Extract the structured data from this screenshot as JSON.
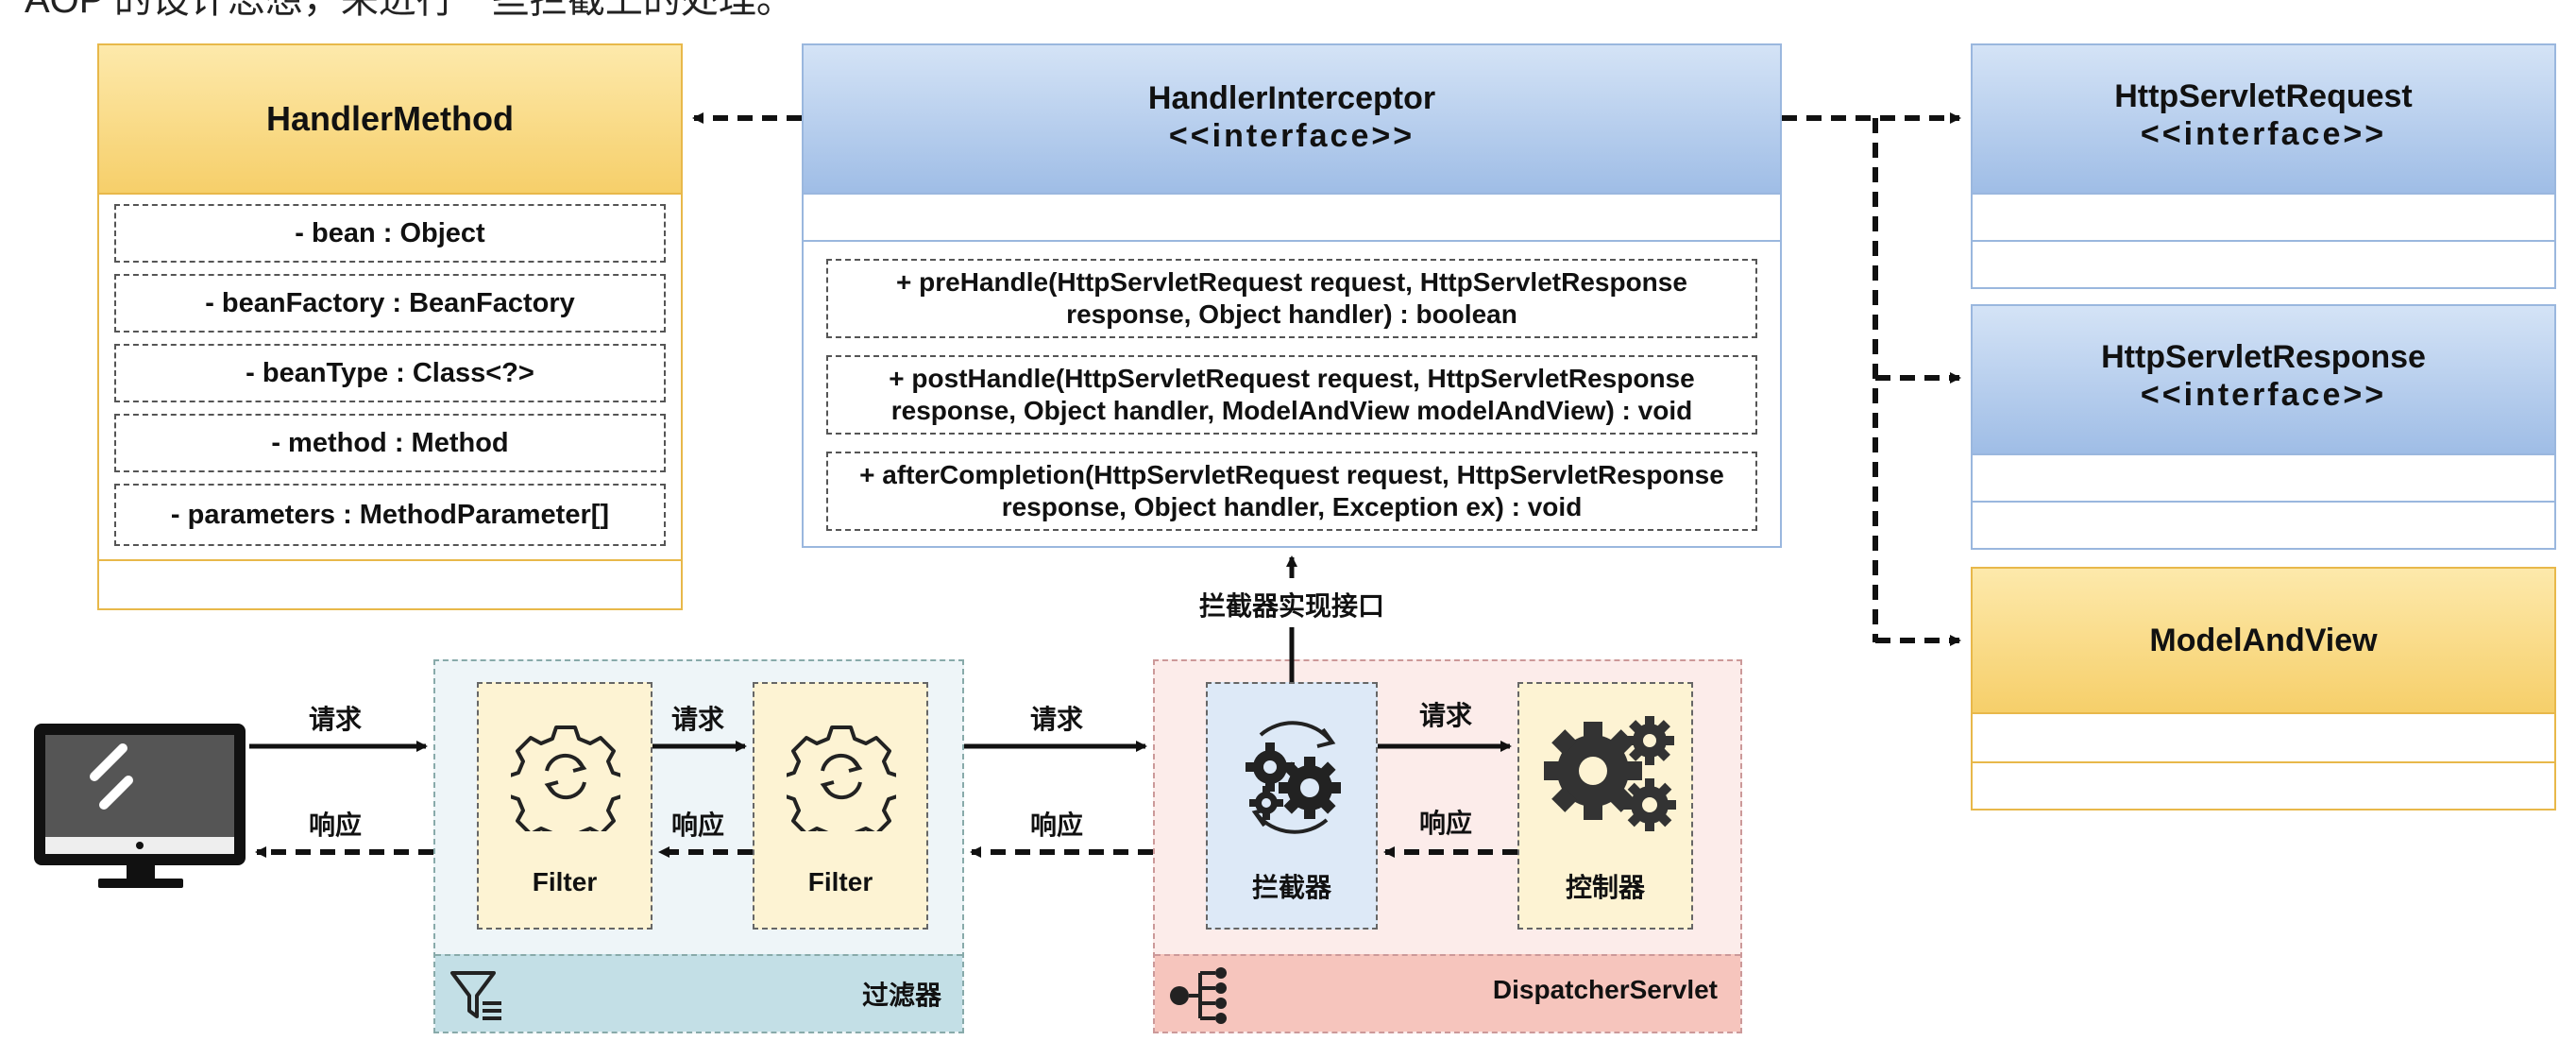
{
  "top_caption": "AOP 的设计思想，来进行一些拦截上的处理。",
  "handler_method": {
    "title": "HandlerMethod",
    "fields": [
      "- bean : Object",
      "- beanFactory : BeanFactory",
      "- beanType : Class<?>",
      "- method : Method",
      "- parameters : MethodParameter[]"
    ]
  },
  "handler_interceptor": {
    "title": "HandlerInterceptor",
    "stereotype": "<<interface>>",
    "methods": [
      "+ preHandle(HttpServletRequest request, HttpServletResponse response, Object handler) : boolean",
      "+ postHandle(HttpServletRequest request, HttpServletResponse response, Object handler, ModelAndView modelAndView) : void",
      "+ afterCompletion(HttpServletRequest request, HttpServletResponse response, Object handler, Exception ex) : void"
    ]
  },
  "http_request": {
    "title": "HttpServletRequest",
    "stereotype": "<<interface>>"
  },
  "http_response": {
    "title": "HttpServletResponse",
    "stereotype": "<<interface>>"
  },
  "model_and_view": {
    "title": "ModelAndView"
  },
  "flow": {
    "request": "请求",
    "response": "响应",
    "filter1": "Filter",
    "filter2": "Filter",
    "filter_group": "过滤器",
    "interceptor": "拦截器",
    "controller": "控制器",
    "dispatcher_group": "DispatcherServlet",
    "implements_label": "拦截器实现接口"
  },
  "colors": {
    "orange_head": "#f6cf6a",
    "blue_head": "#9fbde6",
    "filter_bg": "#eef5f8",
    "filter_footer": "#c3dfe6",
    "dispatcher_bg": "#fcecea",
    "dispatcher_footer": "#f6c5bd",
    "node_yellow": "#fdf3d3",
    "node_blue": "#dde9f7"
  }
}
